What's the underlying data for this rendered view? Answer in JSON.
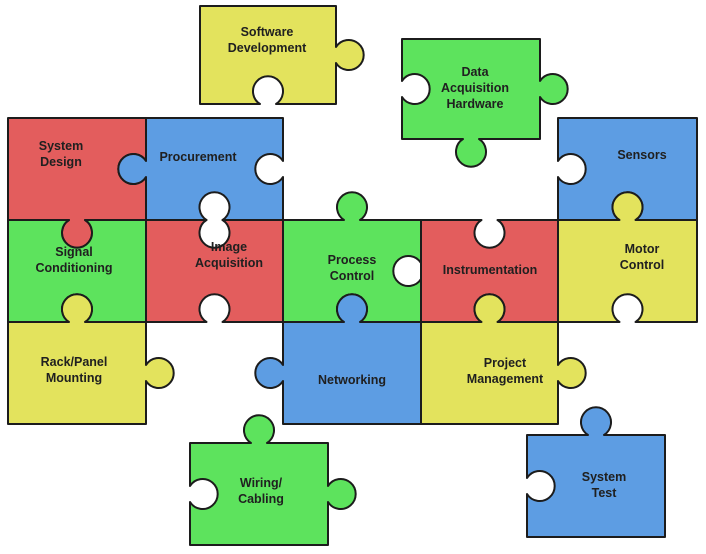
{
  "colors": {
    "red": "#e35d5d",
    "blue": "#5d9de3",
    "green": "#5de35d",
    "yellow": "#e3e35d",
    "outline": "#1c1c1c",
    "text": "#202020"
  },
  "pieces": [
    {
      "id": "software-development",
      "color": "yellow",
      "label": [
        "Software",
        "Development"
      ]
    },
    {
      "id": "data-acquisition-hardware",
      "color": "green",
      "label": [
        "Data",
        "Acquisition",
        "Hardware"
      ]
    },
    {
      "id": "system-design",
      "color": "red",
      "label": [
        "System",
        "Design"
      ]
    },
    {
      "id": "procurement",
      "color": "blue",
      "label": [
        "Procurement"
      ]
    },
    {
      "id": "sensors",
      "color": "blue",
      "label": [
        "Sensors"
      ]
    },
    {
      "id": "signal-conditioning",
      "color": "green",
      "label": [
        "Signal",
        "Conditioning"
      ]
    },
    {
      "id": "image-acquisition",
      "color": "red",
      "label": [
        "Image",
        "Acquisition"
      ]
    },
    {
      "id": "process-control",
      "color": "green",
      "label": [
        "Process",
        "Control"
      ]
    },
    {
      "id": "instrumentation",
      "color": "red",
      "label": [
        "Instrumentation"
      ]
    },
    {
      "id": "motor-control",
      "color": "yellow",
      "label": [
        "Motor",
        "Control"
      ]
    },
    {
      "id": "rack-panel-mounting",
      "color": "yellow",
      "label": [
        "Rack/Panel",
        "Mounting"
      ]
    },
    {
      "id": "networking",
      "color": "blue",
      "label": [
        "Networking"
      ]
    },
    {
      "id": "project-management",
      "color": "yellow",
      "label": [
        "Project",
        "Management"
      ]
    },
    {
      "id": "wiring-cabling",
      "color": "green",
      "label": [
        "Wiring/",
        "Cabling"
      ]
    },
    {
      "id": "system-test",
      "color": "blue",
      "label": [
        "System",
        "Test"
      ]
    }
  ]
}
